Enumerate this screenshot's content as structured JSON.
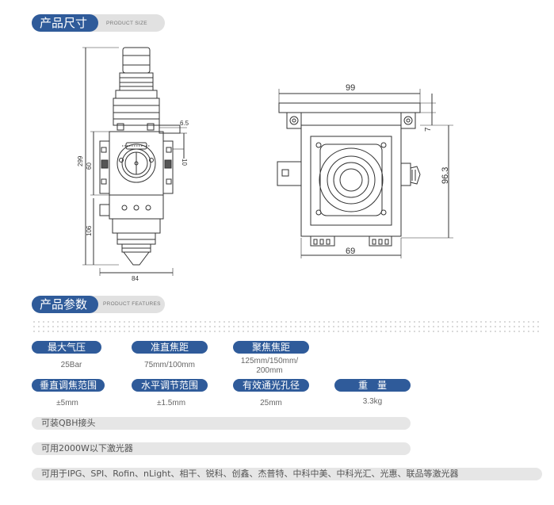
{
  "sections": {
    "size": {
      "title": "产品尺寸",
      "subtitle": "PRODUCT SIZE"
    },
    "features": {
      "title": "产品参数",
      "subtitle": "PRODUCT FEATURES"
    }
  },
  "dimensions": {
    "side": {
      "d6_5": "6.5",
      "d10": "10",
      "d299": "299",
      "d60": "60",
      "d106": "106",
      "d84": "84"
    },
    "top": {
      "d99": "99",
      "d7": "7",
      "d96_3": "96.3",
      "d69": "69"
    }
  },
  "params": [
    {
      "label": "最大气压",
      "value": "25Bar"
    },
    {
      "label": "准直焦距",
      "value": "75mm/100mm"
    },
    {
      "label": "聚焦焦距",
      "value_lines": [
        "125mm/150mm/",
        "200mm"
      ]
    },
    {
      "label": "垂直调焦范围",
      "value": "±5mm"
    },
    {
      "label": "水平调节范围",
      "value": "±1.5mm"
    },
    {
      "label": "有效通光孔径",
      "value": "25mm"
    },
    {
      "label": "重　量",
      "value": "3.3kg"
    }
  ],
  "features": [
    "可装QBH接头",
    "可用2000W以下激光器",
    "可用于IPG、SPI、Rofin、nLight、相干、锐科、创鑫、杰普特、中科中美、中科光汇、光惠、联品等激光器"
  ],
  "colors": {
    "brand_blue": "#2f5b9a",
    "pill_grey": "#e1e1e1",
    "line": "#333333"
  }
}
